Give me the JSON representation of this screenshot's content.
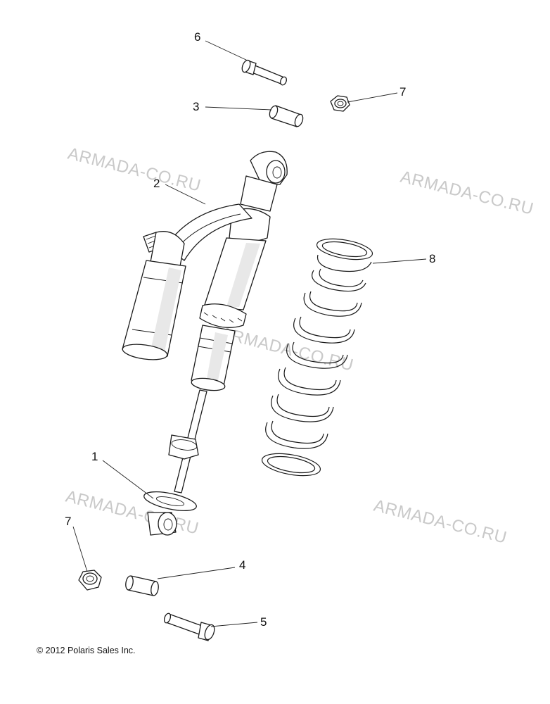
{
  "callouts": {
    "c1": "1",
    "c2": "2",
    "c3": "3",
    "c4": "4",
    "c5": "5",
    "c6": "6",
    "c7a": "7",
    "c7b": "7",
    "c8": "8"
  },
  "watermarks": {
    "w1": "ARMADA-CO.RU",
    "w2": "ARMADA-CO.RU",
    "w3": "ARMADA-CO.RU",
    "w4": "ARMADA-CO.RU",
    "w5": "ARMADA-CO.RU"
  },
  "copyright": "© 2012 Polaris Sales Inc."
}
